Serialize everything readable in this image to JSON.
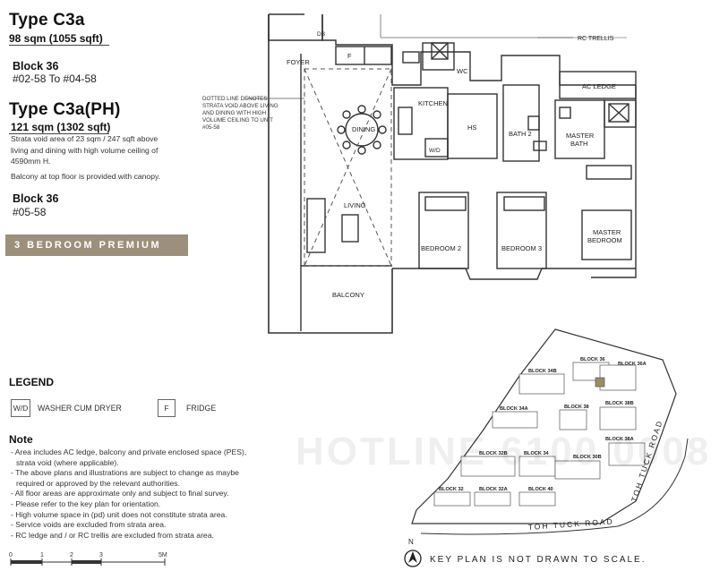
{
  "unit": {
    "type": "Type C3a",
    "area": "98 sqm (1055 sqft)",
    "block_label": "Block 36",
    "units": "#02-58 To #04-58"
  },
  "penthouse": {
    "type": "Type C3a(PH)",
    "area": "121 sqm (1302 sqft)",
    "desc_lines": [
      "Strata void area of 23 sqm / 247 sqft above",
      "living and dining with high volume ceiling of",
      "4590mm H."
    ],
    "canopy_note": "Balcony at top floor is provided with canopy.",
    "block_label": "Block 36",
    "units": "#05-58"
  },
  "badge": "3 BEDROOM PREMIUM",
  "floorplan": {
    "rooms": {
      "foyer": "FOYER",
      "kitchen": "KITCHEN",
      "hs": "HS",
      "wd": "W/D",
      "dining": "DINING",
      "living": "LIVING",
      "balcony": "BALCONY",
      "wc": "WC",
      "bath2": "BATH 2",
      "master_bath": [
        "MASTER",
        "BATH"
      ],
      "ac_ledge": "AC LEDGE",
      "bedroom2": "BEDROOM 2",
      "bedroom3": "BEDROOM 3",
      "master_bedroom": [
        "MASTER",
        "BEDROOM"
      ],
      "fridge_mark": "F",
      "db_mark": "DB"
    },
    "rc_trellis": "RC TRELLIS",
    "void_note": [
      "DOTTED LINE DENOTES",
      "STRATA VOID ABOVE LIVING",
      "AND DINING WITH HIGH",
      "VOLUME CEILING TO UNIT",
      "#05-58"
    ]
  },
  "legend": {
    "title": "LEGEND",
    "items": [
      {
        "code": "W/D",
        "label": "WASHER CUM DRYER"
      },
      {
        "code": "F",
        "label": "FRIDGE"
      }
    ]
  },
  "notes": {
    "title": "Note",
    "lines": [
      "- Area includes AC ledge, balcony and private enclosed space (PES),",
      "  strata void (where applicable).",
      "- The above plans and illustrations are subject to change as maybe",
      "  required or approved by the relevant authorities.",
      "- All floor areas are approximate only and subject to final survey.",
      "- Please refer to the key plan for orientation.",
      "- High volume space in (pd) unit does not constitute strata area.",
      "- Service voids are excluded from strata area.",
      "- RC ledge and / or RC trellis are excluded from strata area."
    ]
  },
  "scale": {
    "ticks": [
      "0",
      "1",
      "2",
      "3",
      "5M"
    ]
  },
  "keyplan": {
    "blocks": {
      "b36": "BLOCK 36",
      "b36a": "BLOCK 36A",
      "b34b": "BLOCK 34B",
      "b34a": "BLOCK 34A",
      "b38": "BLOCK 38",
      "b38b": "BLOCK 38B",
      "b38a": "BLOCK 38A",
      "b32b": "BLOCK 32B",
      "b34": "BLOCK 34",
      "b30b": "BLOCK 30B",
      "b32": "BLOCK 32",
      "b32a": "BLOCK 32A",
      "b40": "BLOCK 40"
    },
    "road_bottom": "TOH TUCK ROAD",
    "road_right": "TOH TUCK ROAD",
    "north": "N",
    "disclaimer": "KEY PLAN IS NOT DRAWN TO SCALE."
  },
  "watermark": "HOTLINE 6100 0008",
  "colors": {
    "badge": "#9c907c",
    "highlight_unit": "#9c8d66"
  }
}
